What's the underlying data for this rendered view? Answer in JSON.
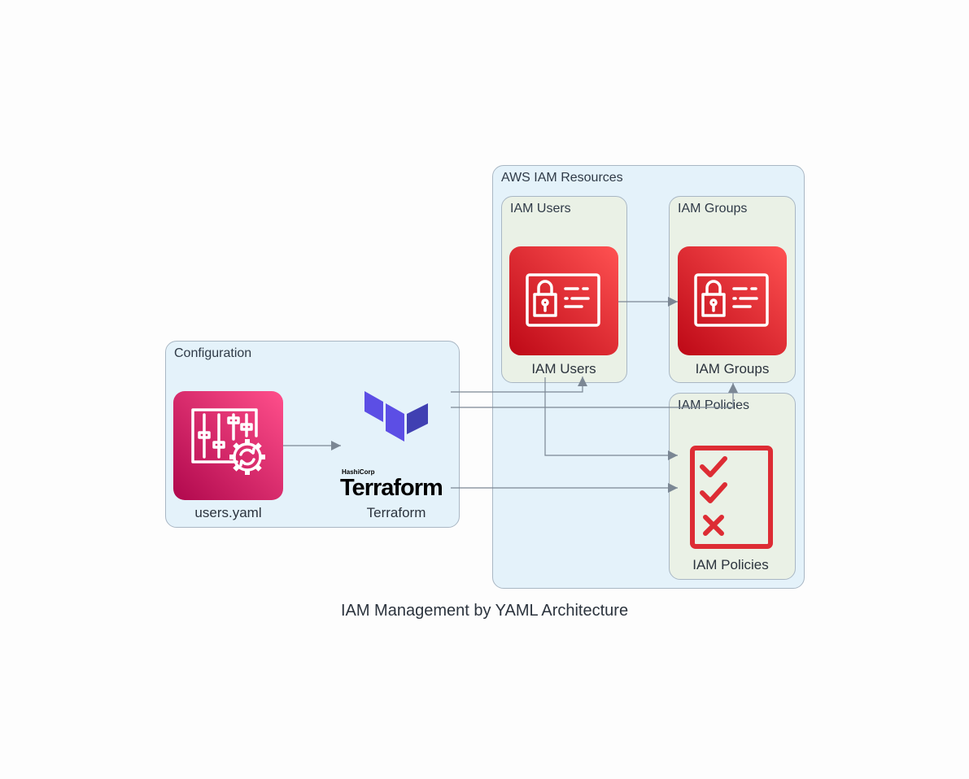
{
  "diagram": {
    "title": "IAM Management by YAML Architecture",
    "clusters": {
      "configuration": "Configuration",
      "aws_iam_resources": "AWS IAM Resources",
      "iam_users": "IAM Users",
      "iam_groups": "IAM Groups",
      "iam_policies": "IAM Policies"
    },
    "nodes": {
      "users_yaml": {
        "label": "users.yaml",
        "icon": "config-settings-icon"
      },
      "terraform": {
        "label": "Terraform",
        "icon": "terraform-logo",
        "logo_small": "HashiCorp",
        "logo_big": "Terraform"
      },
      "iam_users": {
        "label": "IAM Users",
        "icon": "iam-identity-card-icon"
      },
      "iam_groups": {
        "label": "IAM Groups",
        "icon": "iam-identity-card-icon"
      },
      "iam_policies": {
        "label": "IAM Policies",
        "icon": "policy-checklist-icon"
      }
    },
    "edges": [
      {
        "from": "users.yaml",
        "to": "Terraform"
      },
      {
        "from": "Terraform",
        "to": "IAM Users"
      },
      {
        "from": "Terraform",
        "to": "IAM Groups"
      },
      {
        "from": "Terraform",
        "to": "IAM Policies"
      },
      {
        "from": "IAM Users",
        "to": "IAM Groups"
      },
      {
        "from": "IAM Users",
        "to": "IAM Policies"
      }
    ],
    "colors": {
      "edge": "#7b8794",
      "iam_red": "#dd2c34",
      "config_pink": "#d6246e",
      "terraform_purple": "#5c4ee5",
      "outer_cluster_fill": "#e4f2fa",
      "inner_cluster_fill": "#eaf1e6"
    }
  }
}
